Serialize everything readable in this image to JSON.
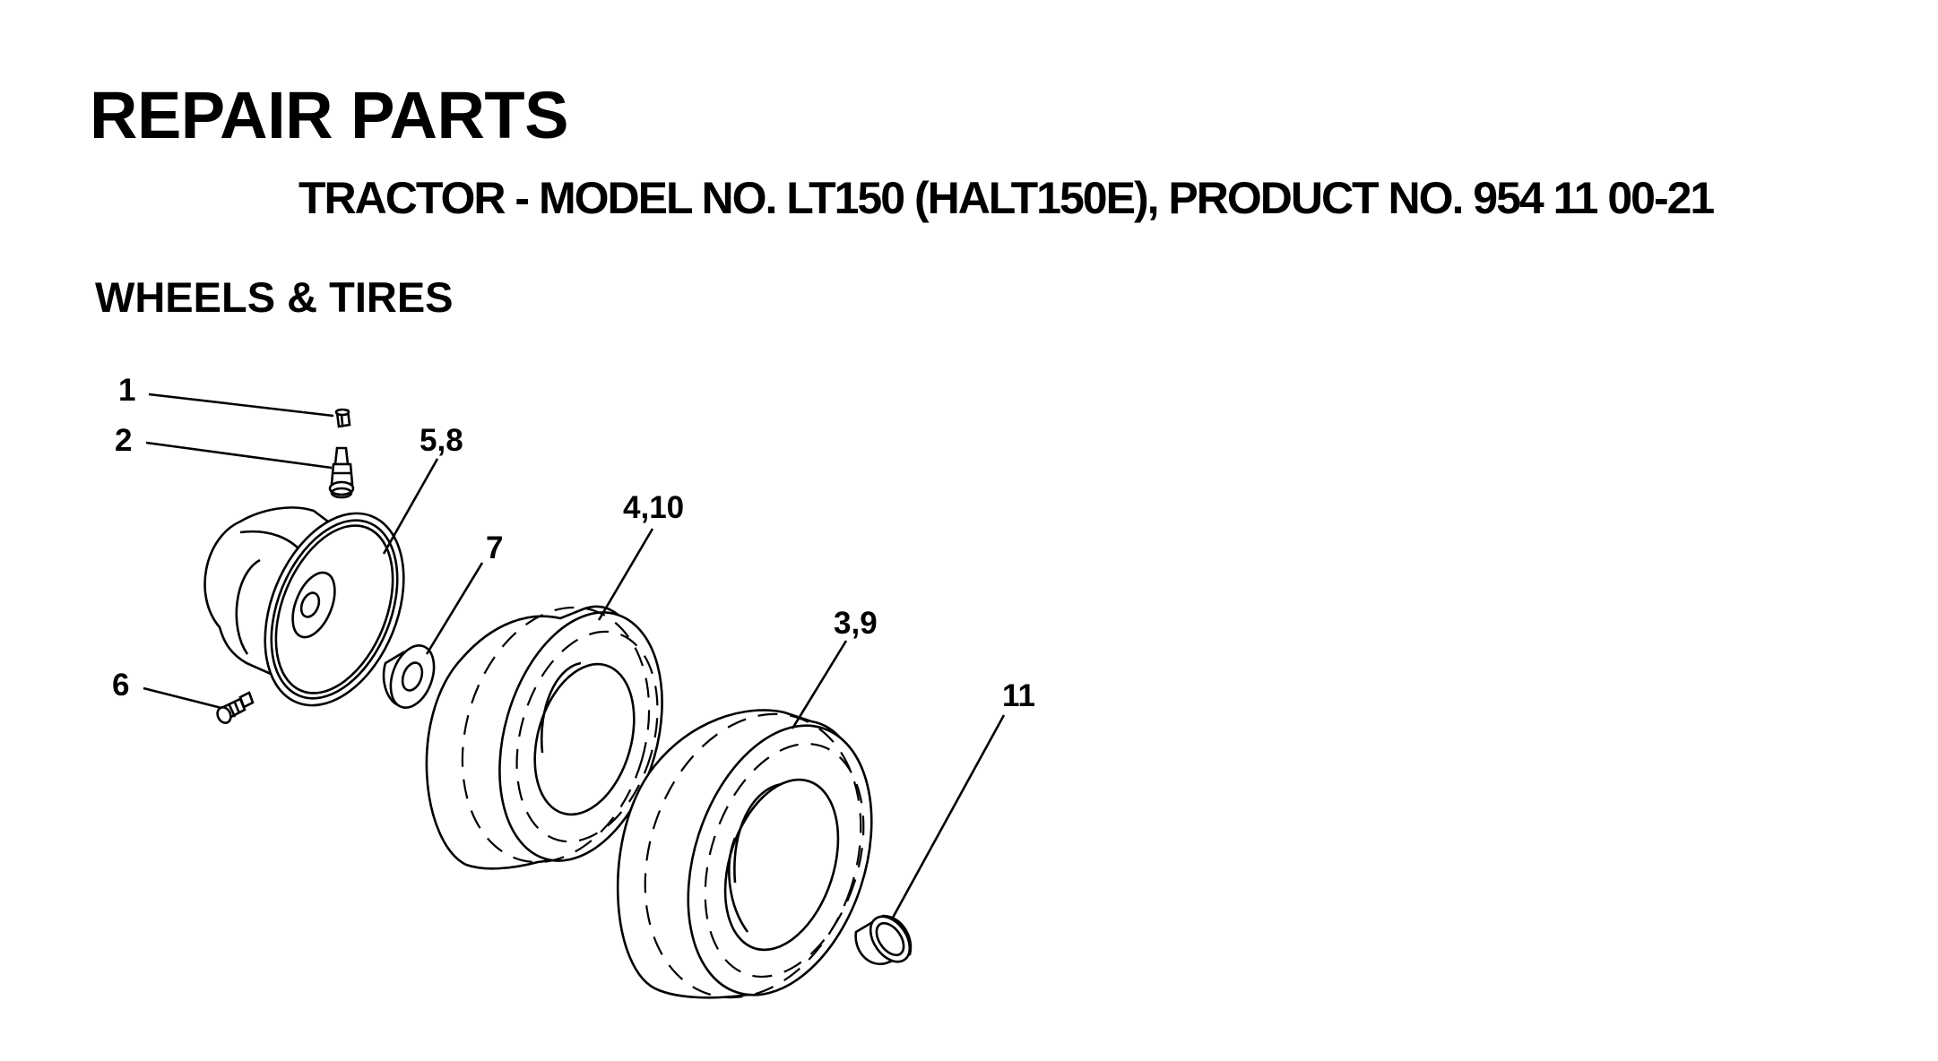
{
  "page": {
    "title": "REPAIR PARTS",
    "subtitle": "TRACTOR - MODEL NO. LT150 (HALT150E), PRODUCT NO. 954 11 00-21",
    "section_title": "WHEELS & TIRES"
  },
  "diagram": {
    "callouts": [
      {
        "id": "c1",
        "label": "1",
        "part": "valve-cap"
      },
      {
        "id": "c2",
        "label": "2",
        "part": "valve-stem"
      },
      {
        "id": "c3",
        "label": "5,8",
        "part": "wheel-rim"
      },
      {
        "id": "c4",
        "label": "7",
        "part": "bushing"
      },
      {
        "id": "c5",
        "label": "4,10",
        "part": "front-tire"
      },
      {
        "id": "c6",
        "label": "3,9",
        "part": "rear-tire"
      },
      {
        "id": "c7",
        "label": "11",
        "part": "spacer"
      },
      {
        "id": "c8",
        "label": "6",
        "part": "grease-fitting"
      }
    ]
  }
}
